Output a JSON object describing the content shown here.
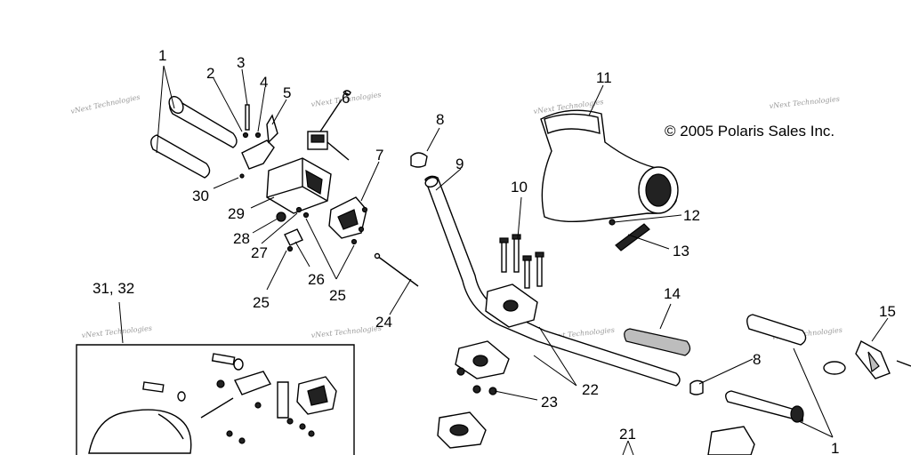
{
  "copyright": "© 2005 Polaris Sales Inc.",
  "watermark": "vNext Technologies",
  "callouts": [
    "1",
    "2",
    "3",
    "4",
    "5",
    "30",
    "29",
    "28",
    "27",
    "26",
    "25",
    "25",
    "7",
    "6",
    "8",
    "9",
    "10",
    "11",
    "12",
    "13",
    "14",
    "15",
    "8",
    "1",
    "22",
    "23",
    "24",
    "21",
    "31, 32"
  ],
  "colors": {
    "ink": "#000000",
    "watermark": "#9a9a9a",
    "background": "#ffffff"
  }
}
